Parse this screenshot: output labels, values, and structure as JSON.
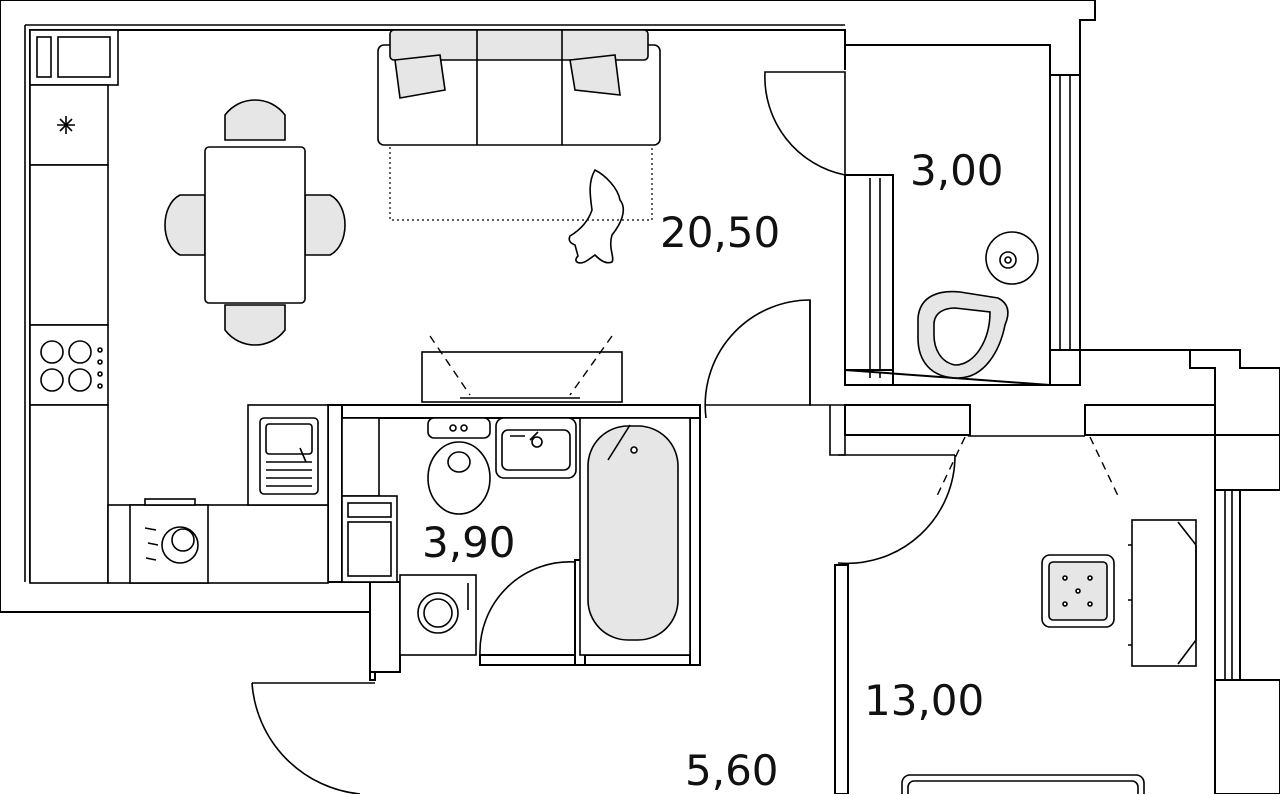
{
  "rooms": [
    {
      "id": "living-kitchen",
      "area": "20,50"
    },
    {
      "id": "balcony",
      "area": "3,00"
    },
    {
      "id": "bathroom",
      "area": "3,90"
    },
    {
      "id": "bedroom",
      "area": "13,00"
    },
    {
      "id": "hallway",
      "area": "5,60"
    }
  ],
  "icons": {
    "freezer": "snowflake-icon"
  }
}
